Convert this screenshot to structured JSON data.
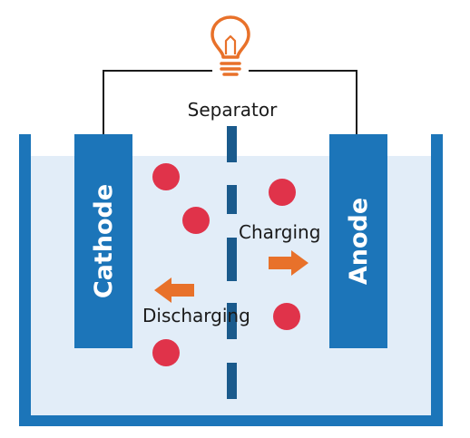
{
  "labels": {
    "separator": "Separator",
    "cathode": "Cathode",
    "anode": "Anode",
    "charging": "Charging",
    "discharging": "Discharging"
  },
  "colors": {
    "electrode": "#1c75b9",
    "container": "#1c75b9",
    "electrolyte": "#e2edf8",
    "separator": "#1a5a8c",
    "ion": "#e0334a",
    "arrow": "#e8712a",
    "bulb": "#e8712a",
    "wire": "#1a1a1a"
  },
  "icons": {
    "bulb": "light-bulb-icon",
    "charging_arrow": "arrow-right-icon",
    "discharging_arrow": "arrow-left-icon"
  }
}
